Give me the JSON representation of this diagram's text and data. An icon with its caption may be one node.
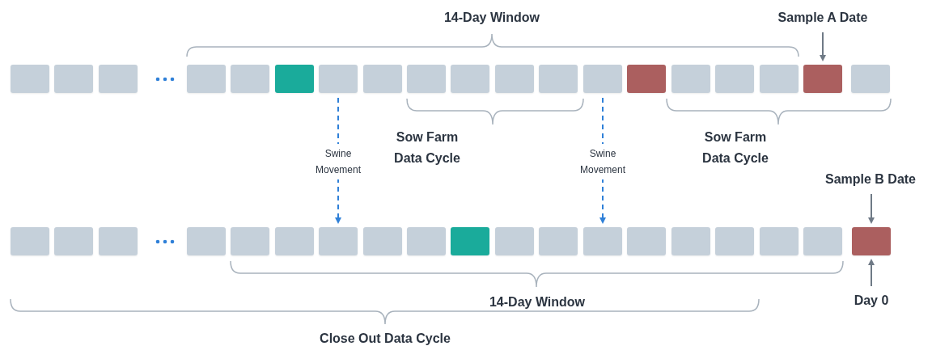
{
  "diagram": {
    "nodes": [
      {
        "text": [
          "Sample A Date"
        ]
      },
      {
        "text": [],
        "shape": "box"
      },
      {
        "text": [],
        "shape": "box"
      },
      {
        "text": [],
        "shape": "box"
      },
      {
        "text": [],
        "shape": "box"
      },
      {
        "text": [],
        "shape": "box"
      },
      {
        "text": [],
        "shape": "box"
      },
      {
        "text": [],
        "shape": "box"
      },
      {
        "text": [],
        "shape": "box"
      },
      {
        "text": [],
        "shape": "box"
      },
      {
        "text": [],
        "shape": "box"
      },
      {
        "text": [],
        "shape": "box"
      },
      {
        "text": [],
        "shape": "box"
      },
      {
        "text": [],
        "shape": "box"
      },
      {
        "text": [],
        "shape": "box"
      },
      {
        "text": [],
        "shape": "box"
      },
      {
        "text": [],
        "shape": "box"
      },
      {
        "text": [],
        "shape": "box"
      },
      {
        "text": [],
        "shape": "box"
      },
      {
        "text": [],
        "shape": "box"
      },
      {
        "text": [
          "Sample B Date"
        ]
      },
      {
        "text": [],
        "shape": "box"
      },
      {
        "text": [],
        "shape": "box"
      },
      {
        "text": [],
        "shape": "box"
      },
      {
        "text": [],
        "shape": "box"
      },
      {
        "text": [],
        "shape": "box"
      },
      {
        "text": [],
        "shape": "box"
      },
      {
        "text": [],
        "shape": "box"
      },
      {
        "text": [],
        "shape": "box"
      },
      {
        "text": [],
        "shape": "box"
      },
      {
        "text": [],
        "shape": "box"
      },
      {
        "text": [],
        "shape": "box"
      },
      {
        "text": [],
        "shape": "box"
      },
      {
        "text": [],
        "shape": "box"
      },
      {
        "text": [],
        "shape": "box"
      },
      {
        "text": [],
        "shape": "box"
      },
      {
        "text": [],
        "shape": "box"
      },
      {
        "text": [],
        "shape": "box"
      },
      {
        "text": [],
        "shape": "box"
      },
      {
        "text": [],
        "shape": "box"
      },
      {
        "text": [
          "Day 0"
        ]
      }
    ],
    "edges": [
      {
        "from": 7,
        "to": 27,
        "arrow": "to",
        "label": "Swine Movement",
        "style": "dashed",
        "color": "#2f80d8"
      },
      {
        "from": 13,
        "to": 33,
        "arrow": "to",
        "label": "Swine Movement",
        "style": "dashed",
        "color": "#2f80d8"
      },
      {
        "from": 0,
        "to": 18,
        "arrow": "to"
      },
      {
        "from": 20,
        "to": 39,
        "arrow": "to"
      },
      {
        "from": 40,
        "to": 39,
        "arrow": "to"
      }
    ],
    "labels": [
      "14-Day Window",
      "Sow Farm Data Cycle",
      "Sow Farm Data Cycle",
      "14-Day Window",
      "Close Out Data Cycle"
    ]
  }
}
